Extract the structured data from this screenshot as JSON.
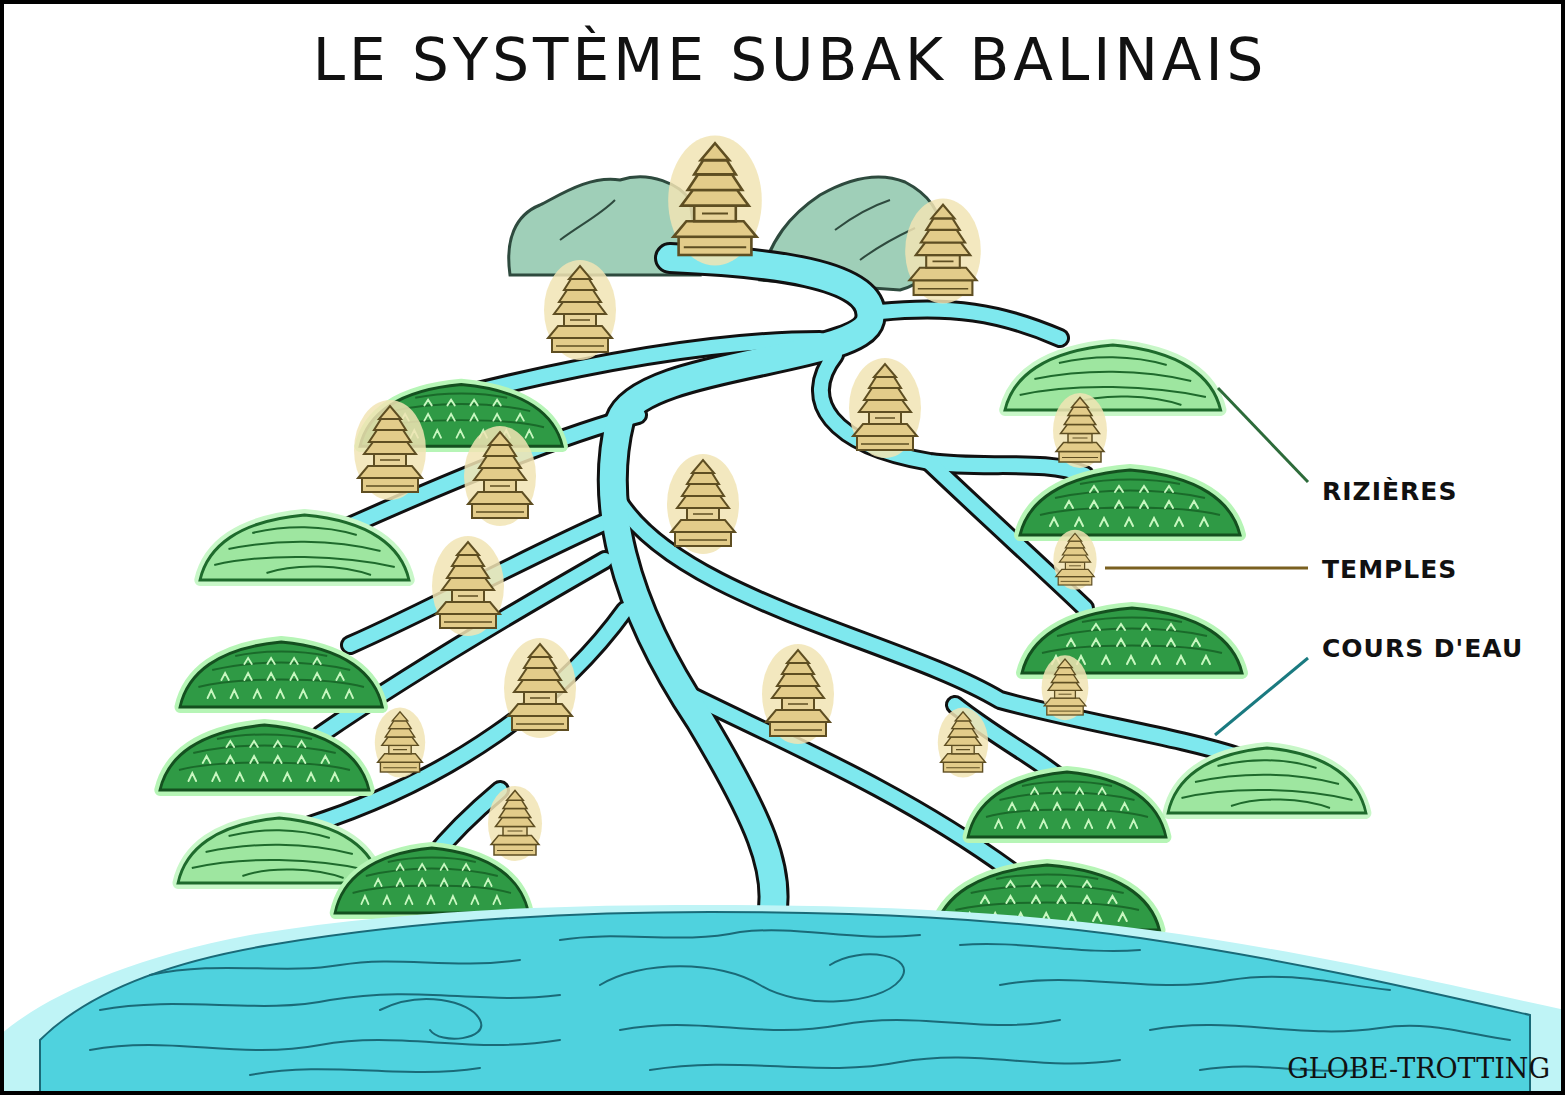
{
  "diagram": {
    "title": "LE SYSTÈME SUBAK BALINAIS",
    "labels": [
      "RIZIÈRES",
      "TEMPLES",
      "COURS D'EAU",
      "GLOBE-TROTTING"
    ]
  }
}
